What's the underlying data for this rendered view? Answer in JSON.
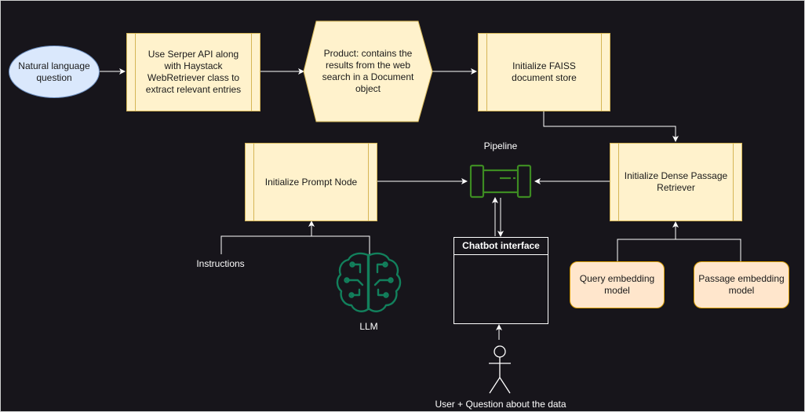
{
  "nodes": {
    "question": "Natural language question",
    "serper": "Use Serper API along with Haystack WebRetriever class to extract relevant entries",
    "product": "Product: contains the results from the web search in a Document object",
    "faiss": "Initialize FAISS document store",
    "prompt_node": "Initialize Prompt Node",
    "dense_retriever": "Initialize Dense Passage Retriever",
    "query_embedding": "Query embedding model",
    "passage_embedding": "Passage embedding model",
    "chatbot_title": "Chatbot interface"
  },
  "labels": {
    "pipeline": "Pipeline",
    "instructions": "Instructions",
    "llm": "LLM",
    "user": "User + Question about the data"
  },
  "icons": {
    "pipeline": "pipeline-icon",
    "llm": "brain-circuit-icon",
    "user": "stick-figure-icon"
  },
  "colors": {
    "background": "#17151b",
    "process_fill": "#fff2cc",
    "process_stroke": "#d6b656",
    "rounded_fill": "#ffe6cc",
    "rounded_stroke": "#d79b00",
    "ellipse_fill": "#dae8fc",
    "ellipse_stroke": "#6c8ebf",
    "pipeline_icon": "#3d8b22",
    "llm_icon": "#12805c",
    "connector": "#ffffff"
  }
}
